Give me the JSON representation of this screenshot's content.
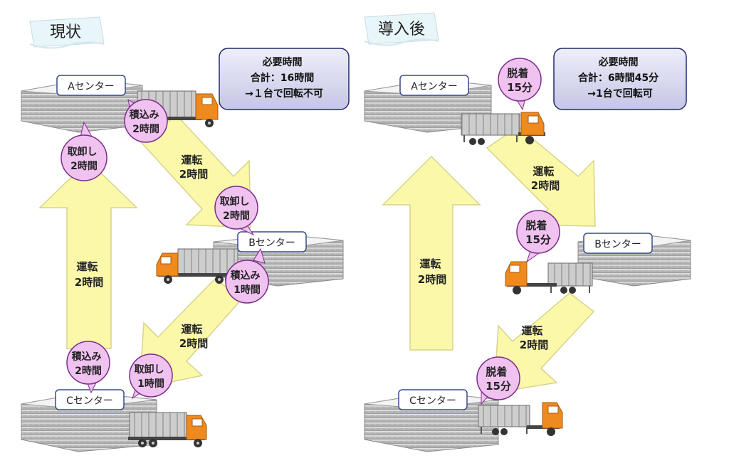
{
  "before": {
    "title": "現状",
    "summary": {
      "line1": "必要時間",
      "line2": "合計：16時間",
      "line3": "→１台で回転不可"
    },
    "centers": {
      "a": "Aセンター",
      "b": "Bセンター",
      "c": "Cセンター"
    },
    "bubbles": {
      "a_load": [
        "積込み",
        "2時間"
      ],
      "a_unload": [
        "取卸し",
        "2時間"
      ],
      "b_unload": [
        "取卸し",
        "2時間"
      ],
      "b_load": [
        "積込み",
        "1時間"
      ],
      "c_load": [
        "積込み",
        "2時間"
      ],
      "c_unload": [
        "取卸し",
        "1時間"
      ]
    },
    "drives": {
      "a_to_b": [
        "運転",
        "2時間"
      ],
      "b_to_c": [
        "運転",
        "2時間"
      ],
      "c_to_a": [
        "運転",
        "2時間"
      ]
    }
  },
  "after": {
    "title": "導入後",
    "summary": {
      "line1": "必要時間",
      "line2": "合計：6時間45分",
      "line3": "→1台で回転可"
    },
    "centers": {
      "a": "Aセンター",
      "b": "Bセンター",
      "c": "Cセンター"
    },
    "bubbles": {
      "a_swap": [
        "脱着",
        "15分"
      ],
      "b_swap": [
        "脱着",
        "15分"
      ],
      "c_swap": [
        "脱着",
        "15分"
      ]
    },
    "drives": {
      "a_to_b": [
        "運転",
        "2時間"
      ],
      "b_to_c": [
        "運転",
        "2時間"
      ],
      "c_to_a": [
        "運転",
        "2時間"
      ]
    }
  },
  "colors": {
    "arrow_fill": "#fbf9a9",
    "arrow_stroke": "#d8d38a",
    "bubble_fill": "#f0c2f0",
    "bubble_stroke": "#7b2d8a",
    "summary_fill": "#dcdcf2",
    "summary_stroke": "#1f2a6b",
    "truck_cab": "#ee8a1e",
    "cargo_fill": "#c9c9c9",
    "banner_fill": "#e8f6f9"
  }
}
